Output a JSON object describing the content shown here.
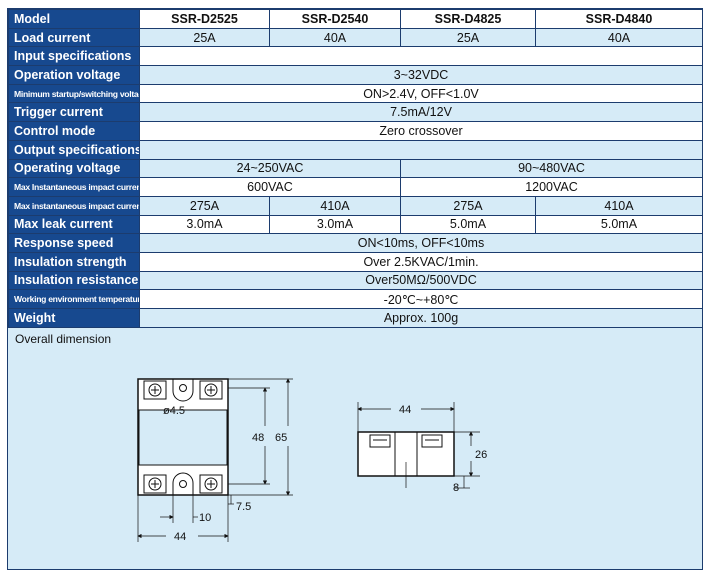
{
  "header": {
    "label": "Model",
    "models": [
      "SSR-D2525",
      "SSR-D2540",
      "SSR-D4825",
      "SSR-D4840"
    ]
  },
  "load_current": {
    "label": "Load current",
    "values": [
      "25A",
      "40A",
      "25A",
      "40A"
    ]
  },
  "input_specs": {
    "label": "Input specifications"
  },
  "operation_voltage": {
    "label": "Operation voltage",
    "value": "3~32VDC"
  },
  "min_startup": {
    "label": "Minimum startup/switching voltage",
    "value": "ON>2.4V, OFF<1.0V"
  },
  "trigger_current": {
    "label": "Trigger current",
    "value": "7.5mA/12V"
  },
  "control_mode": {
    "label": "Control mode",
    "value": "Zero crossover"
  },
  "output_specs": {
    "label": "Output specifications"
  },
  "operating_voltage": {
    "label": "Operating voltage",
    "values": [
      "24~250VAC",
      "90~480VAC"
    ]
  },
  "max_impact_1": {
    "label": "Max Instantaneous impact current",
    "values": [
      "600VAC",
      "1200VAC"
    ]
  },
  "max_impact_2": {
    "label": "Max instantaneous impact current",
    "values": [
      "275A",
      "410A",
      "275A",
      "410A"
    ]
  },
  "max_leak": {
    "label": "Max leak current",
    "values": [
      "3.0mA",
      "3.0mA",
      "5.0mA",
      "5.0mA"
    ]
  },
  "response_speed": {
    "label": "Response speed",
    "value": "ON<10ms, OFF<10ms"
  },
  "insulation_strength": {
    "label": "Insulation strength",
    "value": "Over 2.5KVAC/1min."
  },
  "insulation_resistance": {
    "label": "Insulation resistance",
    "value": "Over50MΩ/500VDC"
  },
  "working_temp": {
    "label": "Working environment temperature",
    "value": "-20℃~+80℃"
  },
  "weight": {
    "label": "Weight",
    "value": "Approx. 100g"
  },
  "dimension": {
    "title": "Overall dimension",
    "front": {
      "hole": "ø4.5",
      "inner_height": "48",
      "outer_height": "65",
      "terminal_offset": "7.5",
      "hole_spacing": "10",
      "width": "44"
    },
    "side": {
      "width": "44",
      "height": "26",
      "base": "8"
    }
  },
  "colors": {
    "label_bg": "#17498f",
    "row_blue": "#d6ebf7",
    "border": "#1c3c6e"
  }
}
